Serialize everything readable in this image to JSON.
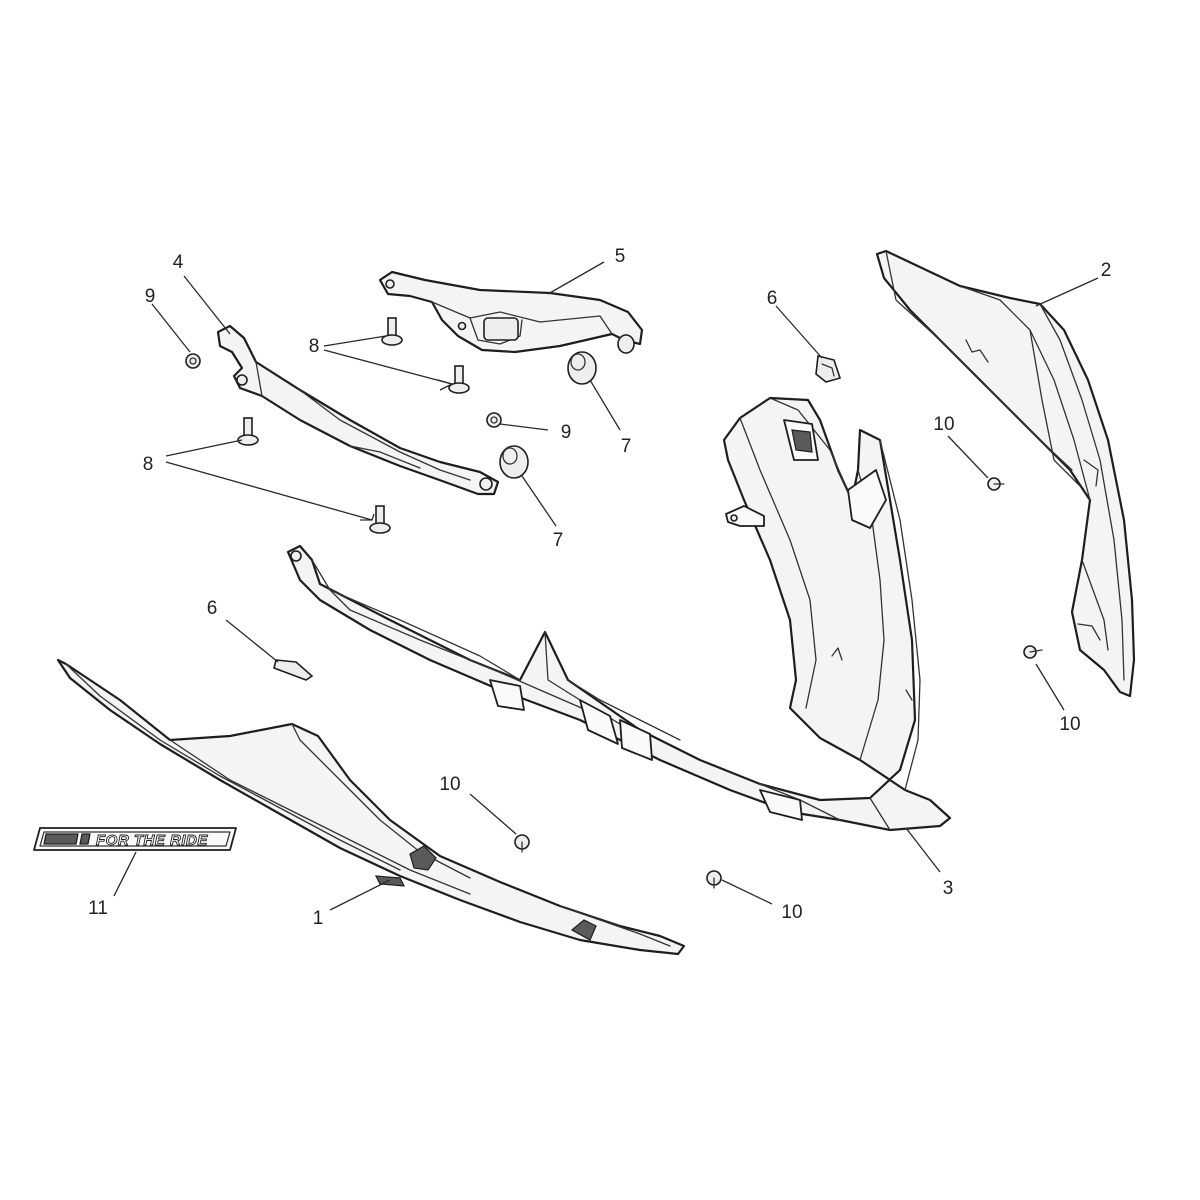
{
  "callouts": [
    {
      "id": "c1",
      "label": "1"
    },
    {
      "id": "c2",
      "label": "2"
    },
    {
      "id": "c3",
      "label": "3"
    },
    {
      "id": "c4",
      "label": "4"
    },
    {
      "id": "c5",
      "label": "5"
    },
    {
      "id": "c6a",
      "label": "6"
    },
    {
      "id": "c6b",
      "label": "6"
    },
    {
      "id": "c7a",
      "label": "7"
    },
    {
      "id": "c7b",
      "label": "7"
    },
    {
      "id": "c8a",
      "label": "8"
    },
    {
      "id": "c8b",
      "label": "8"
    },
    {
      "id": "c9a",
      "label": "9"
    },
    {
      "id": "c9b",
      "label": "9"
    },
    {
      "id": "c10a",
      "label": "10"
    },
    {
      "id": "c10b",
      "label": "10"
    },
    {
      "id": "c10c",
      "label": "10"
    },
    {
      "id": "c10d",
      "label": "10"
    },
    {
      "id": "c11",
      "label": "11"
    }
  ],
  "decal": {
    "text": "FOR THE RIDE"
  }
}
